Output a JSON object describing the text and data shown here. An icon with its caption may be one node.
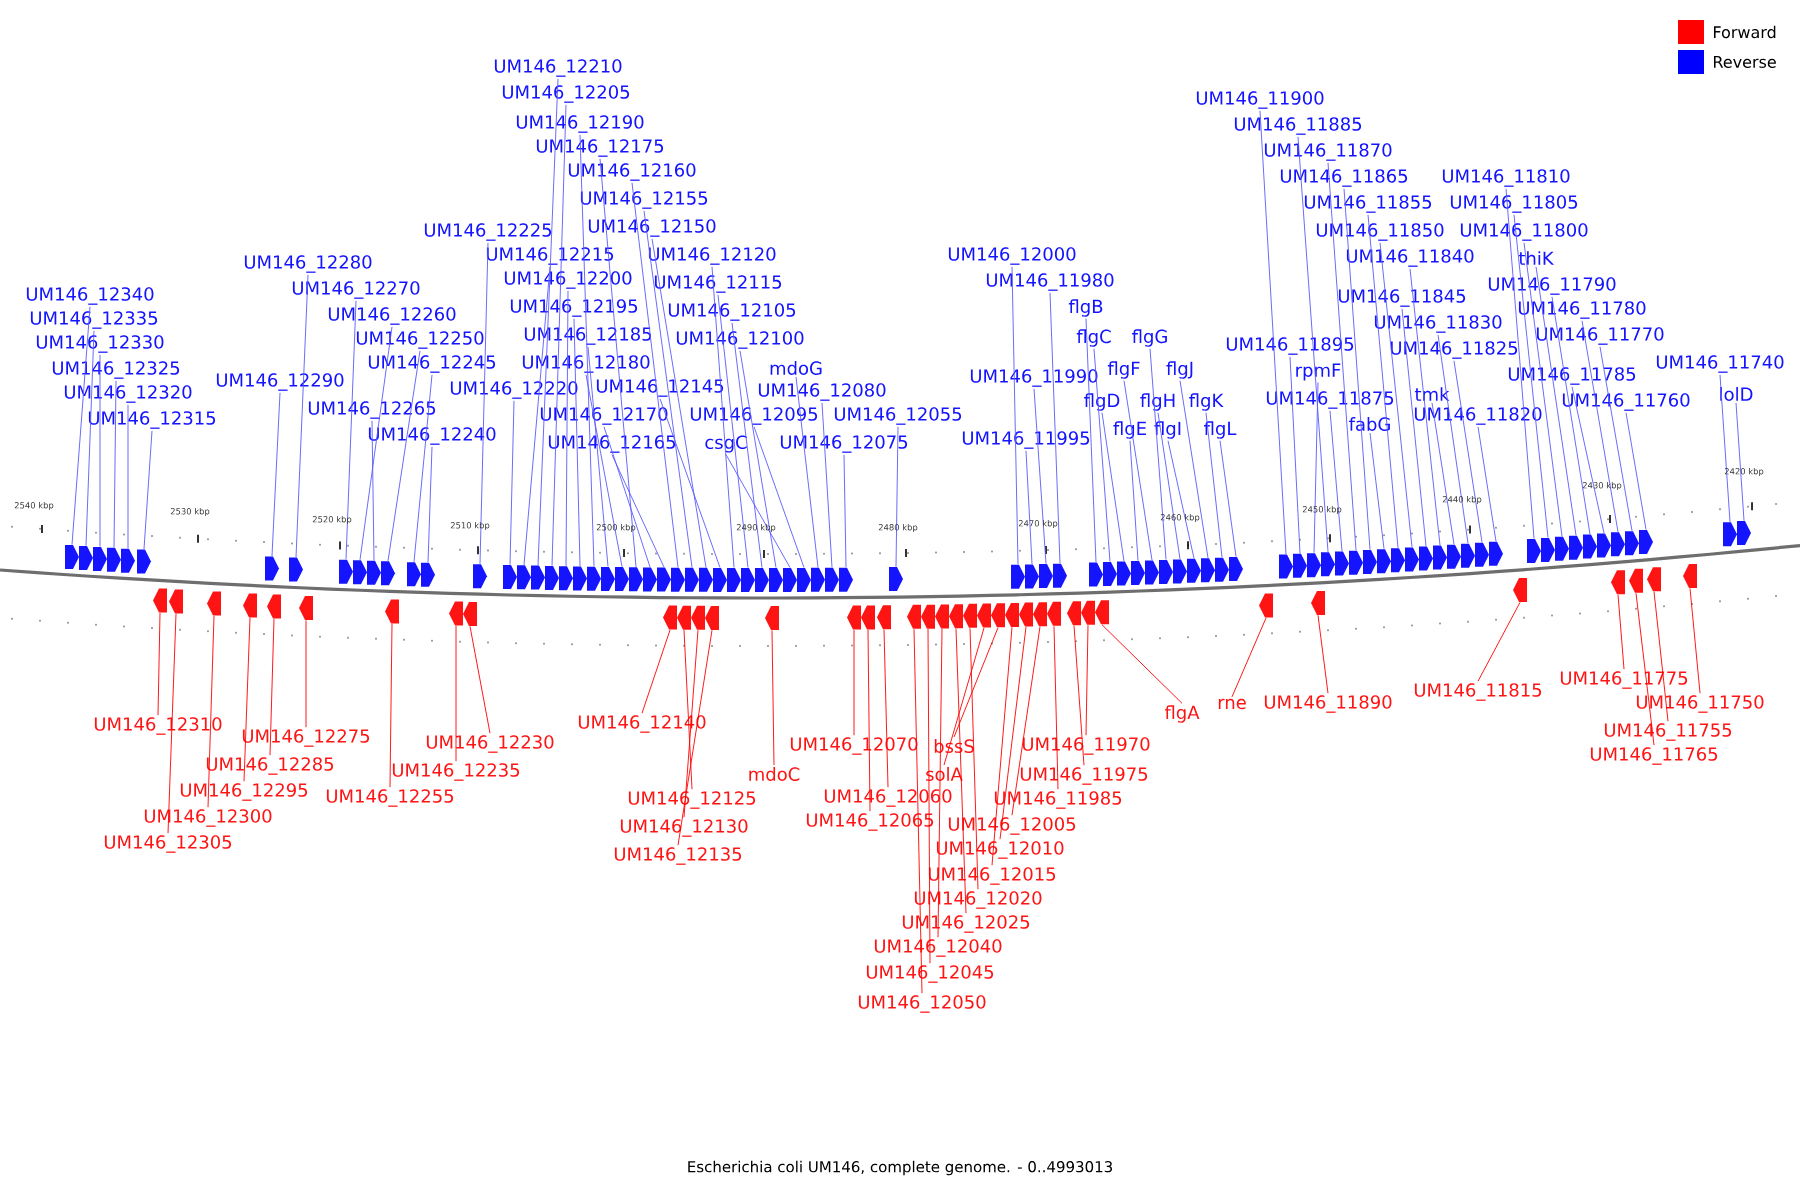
{
  "diagram": {
    "caption": "Escherichia coli UM146, complete genome. - 0..4993013",
    "nodes": [
      {
        "text": [
          "UM146_12340"
        ]
      },
      {
        "text": [
          "UM146_12335"
        ]
      },
      {
        "text": [
          "UM146_12330"
        ]
      },
      {
        "text": [
          "UM146_12325"
        ]
      },
      {
        "text": [
          "UM146_12320"
        ]
      },
      {
        "text": [
          "UM146_12315"
        ]
      },
      {
        "text": [
          "UM146_12280"
        ]
      },
      {
        "text": [
          "UM146_12270"
        ]
      },
      {
        "text": [
          "UM146_12260"
        ]
      },
      {
        "text": [
          "UM146_12250"
        ]
      },
      {
        "text": [
          "UM146_12245"
        ]
      },
      {
        "text": [
          "UM146_12290"
        ]
      },
      {
        "text": [
          "UM146_12265"
        ]
      },
      {
        "text": [
          "UM146_12240"
        ]
      },
      {
        "text": [
          "UM146_12210"
        ]
      },
      {
        "text": [
          "UM146_12205"
        ]
      },
      {
        "text": [
          "UM146_12190"
        ]
      },
      {
        "text": [
          "UM146_12175"
        ]
      },
      {
        "text": [
          "UM146_12160"
        ]
      },
      {
        "text": [
          "UM146_12155"
        ]
      },
      {
        "text": [
          "UM146_12150"
        ]
      },
      {
        "text": [
          "UM146_12225"
        ]
      },
      {
        "text": [
          "UM146_12215"
        ]
      },
      {
        "text": [
          "UM146_12120"
        ]
      },
      {
        "text": [
          "UM146_12200"
        ]
      },
      {
        "text": [
          "UM146_12115"
        ]
      },
      {
        "text": [
          "UM146_12195"
        ]
      },
      {
        "text": [
          "UM146_12105"
        ]
      },
      {
        "text": [
          "UM146_12185"
        ]
      },
      {
        "text": [
          "UM146_12100"
        ]
      },
      {
        "text": [
          "UM146_12180"
        ]
      },
      {
        "text": [
          "mdoG"
        ]
      },
      {
        "text": [
          "UM146_12220"
        ]
      },
      {
        "text": [
          "UM146_12145"
        ]
      },
      {
        "text": [
          "UM146_12080"
        ]
      },
      {
        "text": [
          "UM146_12170"
        ]
      },
      {
        "text": [
          "UM146_12095"
        ]
      },
      {
        "text": [
          "UM146_12055"
        ]
      },
      {
        "text": [
          "UM146_12165"
        ]
      },
      {
        "text": [
          "csgC"
        ]
      },
      {
        "text": [
          "UM146_12075"
        ]
      },
      {
        "text": [
          "UM146_12000"
        ]
      },
      {
        "text": [
          "UM146_11980"
        ]
      },
      {
        "text": [
          "flgB"
        ]
      },
      {
        "text": [
          "flgC"
        ]
      },
      {
        "text": [
          "flgG"
        ]
      },
      {
        "text": [
          "flgF"
        ]
      },
      {
        "text": [
          "flgJ"
        ]
      },
      {
        "text": [
          "UM146_11990"
        ]
      },
      {
        "text": [
          "flgD"
        ]
      },
      {
        "text": [
          "flgH"
        ]
      },
      {
        "text": [
          "flgK"
        ]
      },
      {
        "text": [
          "flgE"
        ]
      },
      {
        "text": [
          "flgI"
        ]
      },
      {
        "text": [
          "flgL"
        ]
      },
      {
        "text": [
          "UM146_11995"
        ]
      },
      {
        "text": [
          "UM146_11900"
        ]
      },
      {
        "text": [
          "UM146_11885"
        ]
      },
      {
        "text": [
          "UM146_11870"
        ]
      },
      {
        "text": [
          "UM146_11865"
        ]
      },
      {
        "text": [
          "UM146_11810"
        ]
      },
      {
        "text": [
          "UM146_11855"
        ]
      },
      {
        "text": [
          "UM146_11805"
        ]
      },
      {
        "text": [
          "UM146_11850"
        ]
      },
      {
        "text": [
          "UM146_11800"
        ]
      },
      {
        "text": [
          "UM146_11840"
        ]
      },
      {
        "text": [
          "thiK"
        ]
      },
      {
        "text": [
          "UM146_11790"
        ]
      },
      {
        "text": [
          "UM146_11845"
        ]
      },
      {
        "text": [
          "UM146_11780"
        ]
      },
      {
        "text": [
          "UM146_11830"
        ]
      },
      {
        "text": [
          "UM146_11770"
        ]
      },
      {
        "text": [
          "UM146_11895"
        ]
      },
      {
        "text": [
          "UM146_11825"
        ]
      },
      {
        "text": [
          "UM146_11740"
        ]
      },
      {
        "text": [
          "rpmF"
        ]
      },
      {
        "text": [
          "UM146_11785"
        ]
      },
      {
        "text": [
          "tmk"
        ]
      },
      {
        "text": [
          "lolD"
        ]
      },
      {
        "text": [
          "UM146_11875"
        ]
      },
      {
        "text": [
          "UM146_11760"
        ]
      },
      {
        "text": [
          "fabG"
        ]
      },
      {
        "text": [
          "UM146_11820"
        ]
      },
      {
        "text": [
          "UM146_12310"
        ]
      },
      {
        "text": [
          "UM146_12275"
        ]
      },
      {
        "text": [
          "UM146_12285"
        ]
      },
      {
        "text": [
          "UM146_12295"
        ]
      },
      {
        "text": [
          "UM146_12300"
        ]
      },
      {
        "text": [
          "UM146_12305"
        ]
      },
      {
        "text": [
          "UM146_12230"
        ]
      },
      {
        "text": [
          "UM146_12235"
        ]
      },
      {
        "text": [
          "UM146_12255"
        ]
      },
      {
        "text": [
          "UM146_12140"
        ]
      },
      {
        "text": [
          "mdoC"
        ]
      },
      {
        "text": [
          "UM146_12125"
        ]
      },
      {
        "text": [
          "UM146_12130"
        ]
      },
      {
        "text": [
          "UM146_12135"
        ]
      },
      {
        "text": [
          "UM146_12070"
        ]
      },
      {
        "text": [
          "bssS"
        ]
      },
      {
        "text": [
          "solA"
        ]
      },
      {
        "text": [
          "UM146_12060"
        ]
      },
      {
        "text": [
          "UM146_12065"
        ]
      },
      {
        "text": [
          "UM146_12005"
        ]
      },
      {
        "text": [
          "UM146_12010"
        ]
      },
      {
        "text": [
          "UM146_12015"
        ]
      },
      {
        "text": [
          "UM146_12020"
        ]
      },
      {
        "text": [
          "UM146_12025"
        ]
      },
      {
        "text": [
          "UM146_12040"
        ]
      },
      {
        "text": [
          "UM146_12045"
        ]
      },
      {
        "text": [
          "UM146_12050"
        ]
      },
      {
        "text": [
          "UM146_11970"
        ]
      },
      {
        "text": [
          "UM146_11975"
        ]
      },
      {
        "text": [
          "UM146_11985"
        ]
      },
      {
        "text": [
          "flgA"
        ]
      },
      {
        "text": [
          "rne"
        ]
      },
      {
        "text": [
          "UM146_11890"
        ]
      },
      {
        "text": [
          "UM146_11815"
        ]
      },
      {
        "text": [
          "UM146_11775"
        ]
      },
      {
        "text": [
          "UM146_11750"
        ]
      },
      {
        "text": [
          "UM146_11755"
        ]
      },
      {
        "text": [
          "UM146_11765"
        ]
      },
      {
        "text": [],
        "shape": "arrow"
      },
      {
        "text": [],
        "shape": "arrow"
      },
      {
        "text": [],
        "shape": "arrow"
      },
      {
        "text": [],
        "shape": "arrow"
      },
      {
        "text": [],
        "shape": "arrow"
      },
      {
        "text": [],
        "shape": "arrow"
      },
      {
        "text": [],
        "shape": "arrow"
      },
      {
        "text": [],
        "shape": "arrow"
      },
      {
        "text": [],
        "shape": "arrow"
      },
      {
        "text": [],
        "shape": "arrow"
      },
      {
        "text": [],
        "shape": "arrow"
      },
      {
        "text": [],
        "shape": "arrow"
      },
      {
        "text": [],
        "shape": "arrow"
      },
      {
        "text": [],
        "shape": "arrow"
      },
      {
        "text": [],
        "shape": "arrow"
      },
      {
        "text": [],
        "shape": "arrow"
      },
      {
        "text": [],
        "shape": "arrow"
      },
      {
        "text": [],
        "shape": "arrow"
      },
      {
        "text": [],
        "shape": "arrow"
      },
      {
        "text": [],
        "shape": "arrow"
      },
      {
        "text": [],
        "shape": "arrow"
      },
      {
        "text": [],
        "shape": "arrow"
      },
      {
        "text": [],
        "shape": "arrow"
      },
      {
        "text": [],
        "shape": "arrow"
      },
      {
        "text": [],
        "shape": "arrow"
      },
      {
        "text": [],
        "shape": "arrow"
      },
      {
        "text": [],
        "shape": "arrow"
      },
      {
        "text": [],
        "shape": "arrow"
      },
      {
        "text": [],
        "shape": "arrow"
      },
      {
        "text": [],
        "shape": "arrow"
      },
      {
        "text": [],
        "shape": "arrow"
      },
      {
        "text": [],
        "shape": "arrow"
      },
      {
        "text": [],
        "shape": "arrow"
      },
      {
        "text": [],
        "shape": "arrow"
      },
      {
        "text": [],
        "shape": "arrow"
      },
      {
        "text": [],
        "shape": "arrow"
      },
      {
        "text": [],
        "shape": "arrow"
      },
      {
        "text": [],
        "shape": "arrow"
      },
      {
        "text": [],
        "shape": "arrow"
      },
      {
        "text": [],
        "shape": "arrow"
      },
      {
        "text": [],
        "shape": "arrow"
      },
      {
        "text": [],
        "shape": "arrow"
      },
      {
        "text": [],
        "shape": "arrow"
      },
      {
        "text": [],
        "shape": "arrow"
      },
      {
        "text": [],
        "shape": "arrow"
      },
      {
        "text": [],
        "shape": "arrow"
      },
      {
        "text": [],
        "shape": "arrow"
      },
      {
        "text": [],
        "shape": "arrow"
      },
      {
        "text": [],
        "shape": "arrow"
      },
      {
        "text": [],
        "shape": "arrow"
      },
      {
        "text": [],
        "shape": "arrow"
      },
      {
        "text": [],
        "shape": "arrow"
      },
      {
        "text": [],
        "shape": "arrow"
      },
      {
        "text": [],
        "shape": "arrow"
      },
      {
        "text": [],
        "shape": "arrow"
      },
      {
        "text": [],
        "shape": "arrow"
      },
      {
        "text": [],
        "shape": "arrow"
      },
      {
        "text": [],
        "shape": "arrow"
      },
      {
        "text": [],
        "shape": "arrow"
      },
      {
        "text": [],
        "shape": "arrow"
      },
      {
        "text": [],
        "shape": "arrow"
      },
      {
        "text": [],
        "shape": "arrow"
      },
      {
        "text": [],
        "shape": "arrow"
      },
      {
        "text": [],
        "shape": "arrow"
      },
      {
        "text": [],
        "shape": "arrow"
      },
      {
        "text": [],
        "shape": "arrow"
      },
      {
        "text": [],
        "shape": "arrow"
      },
      {
        "text": [],
        "shape": "arrow"
      },
      {
        "text": [],
        "shape": "arrow"
      },
      {
        "text": [],
        "shape": "arrow"
      },
      {
        "text": [],
        "shape": "arrow"
      },
      {
        "text": [],
        "shape": "arrow"
      },
      {
        "text": [],
        "shape": "arrow"
      },
      {
        "text": [],
        "shape": "arrow"
      },
      {
        "text": [],
        "shape": "arrow"
      },
      {
        "text": [],
        "shape": "arrow"
      },
      {
        "text": [],
        "shape": "arrow"
      },
      {
        "text": [],
        "shape": "arrow"
      },
      {
        "text": [],
        "shape": "arrow"
      },
      {
        "text": [],
        "shape": "arrow"
      },
      {
        "text": [],
        "shape": "arrow"
      },
      {
        "text": [],
        "shape": "arrow"
      },
      {
        "text": [],
        "shape": "arrow"
      },
      {
        "text": [],
        "shape": "arrow"
      },
      {
        "text": [],
        "shape": "arrow"
      },
      {
        "text": [],
        "shape": "arrow"
      },
      {
        "text": [],
        "shape": "arrow"
      },
      {
        "text": [],
        "shape": "arrow"
      },
      {
        "text": [],
        "shape": "arrow"
      },
      {
        "text": [],
        "shape": "arrow"
      },
      {
        "text": [],
        "shape": "arrow"
      },
      {
        "text": [],
        "shape": "arrow"
      },
      {
        "text": [],
        "shape": "arrow"
      },
      {
        "text": [],
        "shape": "arrow"
      },
      {
        "text": [],
        "shape": "arrow"
      },
      {
        "text": [],
        "shape": "arrow"
      },
      {
        "text": [],
        "shape": "arrow"
      },
      {
        "text": [],
        "shape": "arrow"
      },
      {
        "text": [],
        "shape": "arrow"
      },
      {
        "text": [],
        "shape": "arrow"
      },
      {
        "text": [],
        "shape": "arrow"
      },
      {
        "text": [],
        "shape": "arrow"
      },
      {
        "text": [],
        "shape": "arrow"
      },
      {
        "text": [],
        "shape": "arrow"
      },
      {
        "text": [],
        "shape": "arrow"
      },
      {
        "text": [],
        "shape": "arrow"
      },
      {
        "text": [],
        "shape": "arrow"
      },
      {
        "text": [],
        "shape": "arrow"
      },
      {
        "text": [],
        "shape": "arrow"
      },
      {
        "text": [],
        "shape": "arrow"
      },
      {
        "text": [],
        "shape": "arrow"
      },
      {
        "text": [],
        "shape": "arrow"
      },
      {
        "text": [],
        "shape": "arrow"
      },
      {
        "text": [],
        "shape": "arrow"
      },
      {
        "text": [],
        "shape": "arrow"
      },
      {
        "text": [],
        "shape": "arrow"
      },
      {
        "text": [],
        "shape": "arrow"
      },
      {
        "text": [],
        "shape": "arrow"
      },
      {
        "text": [],
        "shape": "arrow"
      },
      {
        "text": [],
        "shape": "arrow"
      },
      {
        "text": [],
        "shape": "arrow"
      }
    ],
    "edges": [
      {
        "from": 0,
        "to": 121,
        "arrow": "none"
      },
      {
        "from": 1,
        "to": 122,
        "arrow": "none"
      },
      {
        "from": 2,
        "to": 123,
        "arrow": "none"
      },
      {
        "from": 3,
        "to": 124,
        "arrow": "none"
      },
      {
        "from": 4,
        "to": 125,
        "arrow": "none"
      },
      {
        "from": 5,
        "to": 126,
        "arrow": "none"
      },
      {
        "from": 6,
        "to": 128,
        "arrow": "none"
      },
      {
        "from": 7,
        "to": 129,
        "arrow": "none"
      },
      {
        "from": 8,
        "to": 130,
        "arrow": "none"
      },
      {
        "from": 9,
        "to": 132,
        "arrow": "none"
      },
      {
        "from": 10,
        "to": 133,
        "arrow": "none"
      },
      {
        "from": 11,
        "to": 127,
        "arrow": "none"
      },
      {
        "from": 12,
        "to": 131,
        "arrow": "none"
      },
      {
        "from": 13,
        "to": 134,
        "arrow": "none"
      },
      {
        "from": 14,
        "to": 138,
        "arrow": "none"
      },
      {
        "from": 15,
        "to": 139,
        "arrow": "none"
      },
      {
        "from": 16,
        "to": 142,
        "arrow": "none"
      },
      {
        "from": 17,
        "to": 145,
        "arrow": "none"
      },
      {
        "from": 18,
        "to": 148,
        "arrow": "none"
      },
      {
        "from": 19,
        "to": 149,
        "arrow": "none"
      },
      {
        "from": 20,
        "to": 150,
        "arrow": "none"
      },
      {
        "from": 21,
        "to": 135,
        "arrow": "none"
      },
      {
        "from": 22,
        "to": 137,
        "arrow": "none"
      },
      {
        "from": 23,
        "to": 152,
        "arrow": "none"
      },
      {
        "from": 24,
        "to": 140,
        "arrow": "none"
      },
      {
        "from": 25,
        "to": 153,
        "arrow": "none"
      },
      {
        "from": 26,
        "to": 141,
        "arrow": "none"
      },
      {
        "from": 27,
        "to": 154,
        "arrow": "none"
      },
      {
        "from": 28,
        "to": 143,
        "arrow": "none"
      },
      {
        "from": 29,
        "to": 155,
        "arrow": "none"
      },
      {
        "from": 30,
        "to": 144,
        "arrow": "none"
      },
      {
        "from": 31,
        "to": 158,
        "arrow": "none"
      },
      {
        "from": 32,
        "to": 136,
        "arrow": "none"
      },
      {
        "from": 33,
        "to": 151,
        "arrow": "none"
      },
      {
        "from": 34,
        "to": 159,
        "arrow": "none"
      },
      {
        "from": 35,
        "to": 146,
        "arrow": "none"
      },
      {
        "from": 36,
        "to": 157,
        "arrow": "none"
      },
      {
        "from": 37,
        "to": 161,
        "arrow": "none"
      },
      {
        "from": 38,
        "to": 147,
        "arrow": "none"
      },
      {
        "from": 39,
        "to": 156,
        "arrow": "none"
      },
      {
        "from": 40,
        "to": 160,
        "arrow": "none"
      },
      {
        "from": 41,
        "to": 162,
        "arrow": "none"
      },
      {
        "from": 42,
        "to": 165,
        "arrow": "none"
      },
      {
        "from": 43,
        "to": 166,
        "arrow": "none"
      },
      {
        "from": 44,
        "to": 167,
        "arrow": "none"
      },
      {
        "from": 45,
        "to": 171,
        "arrow": "none"
      },
      {
        "from": 46,
        "to": 170,
        "arrow": "none"
      },
      {
        "from": 47,
        "to": 174,
        "arrow": "none"
      },
      {
        "from": 48,
        "to": 164,
        "arrow": "none"
      },
      {
        "from": 49,
        "to": 168,
        "arrow": "none"
      },
      {
        "from": 50,
        "to": 172,
        "arrow": "none"
      },
      {
        "from": 51,
        "to": 175,
        "arrow": "none"
      },
      {
        "from": 52,
        "to": 169,
        "arrow": "none"
      },
      {
        "from": 53,
        "to": 173,
        "arrow": "none"
      },
      {
        "from": 54,
        "to": 176,
        "arrow": "none"
      },
      {
        "from": 55,
        "to": 163,
        "arrow": "none"
      },
      {
        "from": 56,
        "to": 177,
        "arrow": "none"
      },
      {
        "from": 57,
        "to": 180,
        "arrow": "none"
      },
      {
        "from": 58,
        "to": 182,
        "arrow": "none"
      },
      {
        "from": 59,
        "to": 183,
        "arrow": "none"
      },
      {
        "from": 60,
        "to": 193,
        "arrow": "none"
      },
      {
        "from": 61,
        "to": 185,
        "arrow": "none"
      },
      {
        "from": 62,
        "to": 194,
        "arrow": "none"
      },
      {
        "from": 63,
        "to": 186,
        "arrow": "none"
      },
      {
        "from": 64,
        "to": 195,
        "arrow": "none"
      },
      {
        "from": 65,
        "to": 188,
        "arrow": "none"
      },
      {
        "from": 66,
        "to": 196,
        "arrow": "none"
      },
      {
        "from": 67,
        "to": 197,
        "arrow": "none"
      },
      {
        "from": 68,
        "to": 187,
        "arrow": "none"
      },
      {
        "from": 69,
        "to": 199,
        "arrow": "none"
      },
      {
        "from": 70,
        "to": 190,
        "arrow": "none"
      },
      {
        "from": 71,
        "to": 200,
        "arrow": "none"
      },
      {
        "from": 72,
        "to": 178,
        "arrow": "none"
      },
      {
        "from": 73,
        "to": 191,
        "arrow": "none"
      },
      {
        "from": 74,
        "to": 202,
        "arrow": "none"
      },
      {
        "from": 75,
        "to": 179,
        "arrow": "none"
      },
      {
        "from": 76,
        "to": 198,
        "arrow": "none"
      },
      {
        "from": 77,
        "to": 189,
        "arrow": "none"
      },
      {
        "from": 78,
        "to": 203,
        "arrow": "none"
      },
      {
        "from": 79,
        "to": 181,
        "arrow": "none"
      },
      {
        "from": 80,
        "to": 201,
        "arrow": "none"
      },
      {
        "from": 81,
        "to": 184,
        "arrow": "none"
      },
      {
        "from": 82,
        "to": 192,
        "arrow": "none"
      },
      {
        "from": 83,
        "to": 204,
        "arrow": "none",
        "color": "#ff0000"
      },
      {
        "from": 84,
        "to": 209,
        "arrow": "none",
        "color": "#ff0000"
      },
      {
        "from": 85,
        "to": 208,
        "arrow": "none",
        "color": "#ff0000"
      },
      {
        "from": 86,
        "to": 207,
        "arrow": "none",
        "color": "#ff0000"
      },
      {
        "from": 87,
        "to": 206,
        "arrow": "none",
        "color": "#ff0000"
      },
      {
        "from": 88,
        "to": 205,
        "arrow": "none",
        "color": "#ff0000"
      },
      {
        "from": 89,
        "to": 212,
        "arrow": "none",
        "color": "#ff0000"
      },
      {
        "from": 90,
        "to": 211,
        "arrow": "none",
        "color": "#ff0000"
      },
      {
        "from": 91,
        "to": 210,
        "arrow": "none",
        "color": "#ff0000"
      },
      {
        "from": 92,
        "to": 213,
        "arrow": "none",
        "color": "#ff0000"
      },
      {
        "from": 93,
        "to": 217,
        "arrow": "none",
        "color": "#ff0000"
      },
      {
        "from": 94,
        "to": 214,
        "arrow": "none",
        "color": "#ff0000"
      },
      {
        "from": 95,
        "to": 215,
        "arrow": "none",
        "color": "#ff0000"
      },
      {
        "from": 96,
        "to": 216,
        "arrow": "none",
        "color": "#ff0000"
      },
      {
        "from": 97,
        "to": 218,
        "arrow": "none",
        "color": "#ff0000"
      },
      {
        "from": 98,
        "to": 227,
        "arrow": "none",
        "color": "#ff0000"
      },
      {
        "from": 99,
        "to": 226,
        "arrow": "none",
        "color": "#ff0000"
      },
      {
        "from": 100,
        "to": 220,
        "arrow": "none",
        "color": "#ff0000"
      },
      {
        "from": 101,
        "to": 219,
        "arrow": "none",
        "color": "#ff0000"
      },
      {
        "from": 102,
        "to": 230,
        "arrow": "none",
        "color": "#ff0000"
      },
      {
        "from": 103,
        "to": 229,
        "arrow": "none",
        "color": "#ff0000"
      },
      {
        "from": 104,
        "to": 228,
        "arrow": "none",
        "color": "#ff0000"
      },
      {
        "from": 105,
        "to": 225,
        "arrow": "none",
        "color": "#ff0000"
      },
      {
        "from": 106,
        "to": 224,
        "arrow": "none",
        "color": "#ff0000"
      },
      {
        "from": 107,
        "to": 223,
        "arrow": "none",
        "color": "#ff0000"
      },
      {
        "from": 108,
        "to": 222,
        "arrow": "none",
        "color": "#ff0000"
      },
      {
        "from": 109,
        "to": 221,
        "arrow": "none",
        "color": "#ff0000"
      },
      {
        "from": 110,
        "to": 233,
        "arrow": "none",
        "color": "#ff0000"
      },
      {
        "from": 111,
        "to": 232,
        "arrow": "none",
        "color": "#ff0000"
      },
      {
        "from": 112,
        "to": 231,
        "arrow": "none",
        "color": "#ff0000"
      },
      {
        "from": 113,
        "to": 234,
        "arrow": "none",
        "color": "#ff0000"
      },
      {
        "from": 114,
        "to": 235,
        "arrow": "none",
        "color": "#ff0000"
      },
      {
        "from": 115,
        "to": 236,
        "arrow": "none",
        "color": "#ff0000"
      },
      {
        "from": 116,
        "to": 237,
        "arrow": "none",
        "color": "#ff0000"
      },
      {
        "from": 117,
        "to": 238,
        "arrow": "none",
        "color": "#ff0000"
      },
      {
        "from": 118,
        "to": 241,
        "arrow": "none",
        "color": "#ff0000"
      },
      {
        "from": 119,
        "to": 240,
        "arrow": "none",
        "color": "#ff0000"
      },
      {
        "from": 120,
        "to": 239,
        "arrow": "none",
        "color": "#ff0000"
      }
    ],
    "labels": [
      "2540 kbp",
      "2530 kbp",
      "2520 kbp",
      "2510 kbp",
      "2500 kbp",
      "2490 kbp",
      "2480 kbp",
      "2470 kbp",
      "2460 kbp",
      "2450 kbp",
      "2440 kbp",
      "2430 kbp",
      "2420 kbp"
    ],
    "legend": [
      {
        "text": "Forward",
        "color": "#ff0000"
      },
      {
        "text": "Reverse",
        "color": "#0000ff"
      }
    ]
  }
}
